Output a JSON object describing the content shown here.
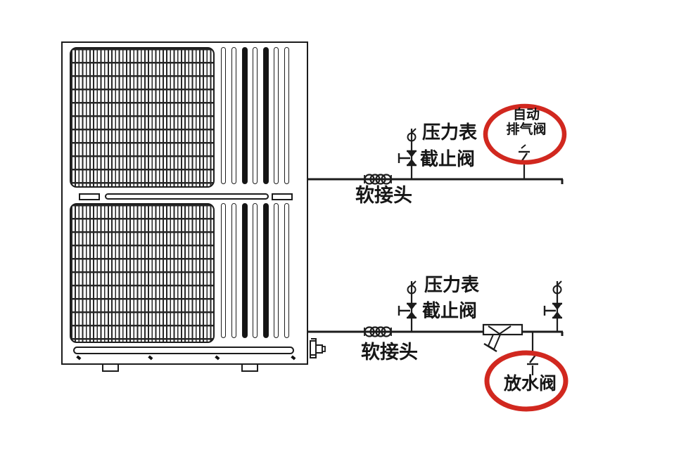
{
  "colors": {
    "background": "#ffffff",
    "line": "#1c1c1c",
    "highlight_red": "#d1281f"
  },
  "labels": {
    "top_branch": {
      "flex_joint": "软接头",
      "pressure_gauge": "压力表",
      "stop_valve": "截止阀",
      "auto_vent_line1": "自动",
      "auto_vent_line2": "排气阀"
    },
    "bottom_branch": {
      "flex_joint": "软接头",
      "pressure_gauge": "压力表",
      "stop_valve": "截止阀",
      "drain_valve": "放水阀"
    }
  },
  "icons": {
    "flexible_joint": "coil-spring",
    "pressure_gauge": "gauge-coil",
    "stop_valve": "tee-handle-valve",
    "auto_vent_valve": "break-valve-symbol",
    "drain_valve": "break-valve-symbol",
    "y_strainer": "y-filter",
    "drain_fitting": "drain-cock",
    "highlight": "red-ellipse"
  }
}
